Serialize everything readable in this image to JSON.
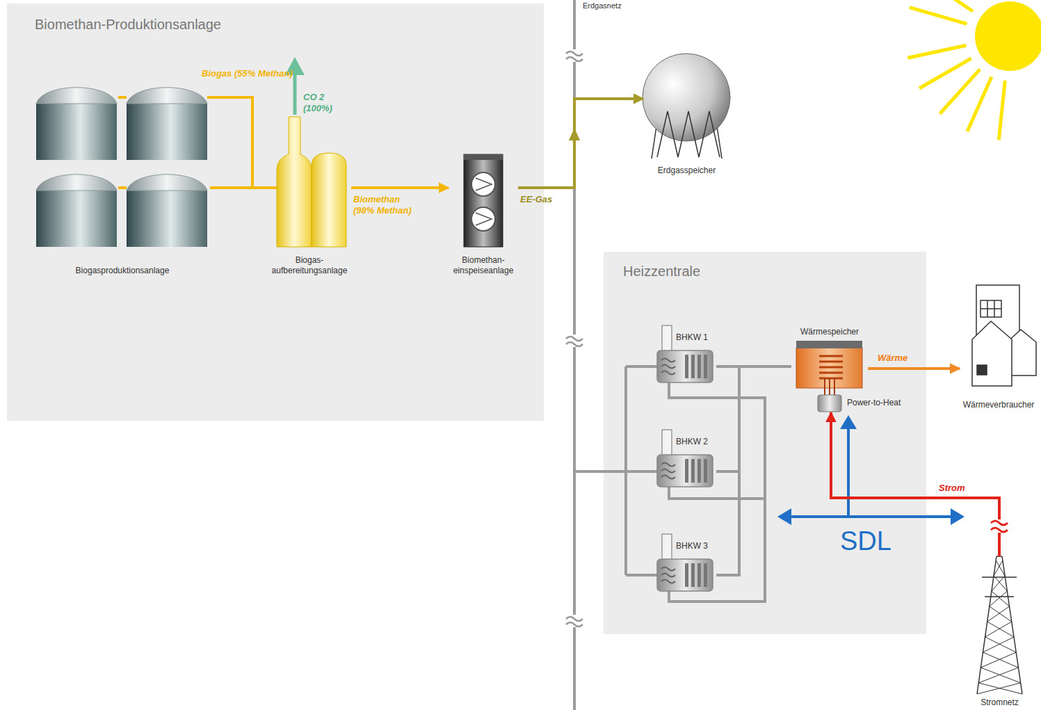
{
  "diagram": {
    "nodes": [
      {
        "text": [
          "Biomethan-Produktionsanlage"
        ]
      },
      {
        "text": [
          "Biogasproduktionsanlage"
        ],
        "in": 0
      },
      {
        "text": [
          "Biogas- aufbereitungsanlage"
        ],
        "in": 0
      },
      {
        "text": [
          "Biomethan- einspeiseanlage"
        ],
        "in": 0
      },
      {
        "text": [
          "Erdgasspeicher"
        ]
      },
      {
        "text": [
          "Heizzentrale"
        ]
      },
      {
        "text": [
          "BHKW 1"
        ],
        "in": 5
      },
      {
        "text": [
          "BHKW 2"
        ],
        "in": 5
      },
      {
        "text": [
          "BHKW 3"
        ],
        "in": 5
      },
      {
        "text": [
          "Wärmespeicher"
        ],
        "in": 5
      },
      {
        "text": [
          "Power-to-Heat"
        ],
        "in": 5
      },
      {
        "text": [
          "Wärmeverbraucher"
        ]
      },
      {
        "text": [
          "Stromnetz"
        ]
      }
    ],
    "edges": [
      {
        "from": 1,
        "to": 2,
        "label": "Biogas (55% Methan)",
        "arrow": "none"
      },
      {
        "from": 2,
        "to": 3,
        "label": "Biomethan (98% Methan)",
        "arrow": "to"
      },
      {
        "from": 3,
        "to": 4,
        "label": "EE-Gas",
        "arrow": "to"
      },
      {
        "from": 6,
        "to": 9,
        "arrow": "none"
      },
      {
        "from": 7,
        "to": 9,
        "arrow": "none"
      },
      {
        "from": 8,
        "to": 9,
        "arrow": "none"
      },
      {
        "from": 9,
        "to": 11,
        "label": "Wärme",
        "arrow": "to"
      },
      {
        "from": 12,
        "to": 10,
        "label": "Strom",
        "arrow": "to"
      }
    ],
    "labels": [
      "Erdgasnetz",
      "CO 2 (100%)",
      "SDL"
    ]
  }
}
